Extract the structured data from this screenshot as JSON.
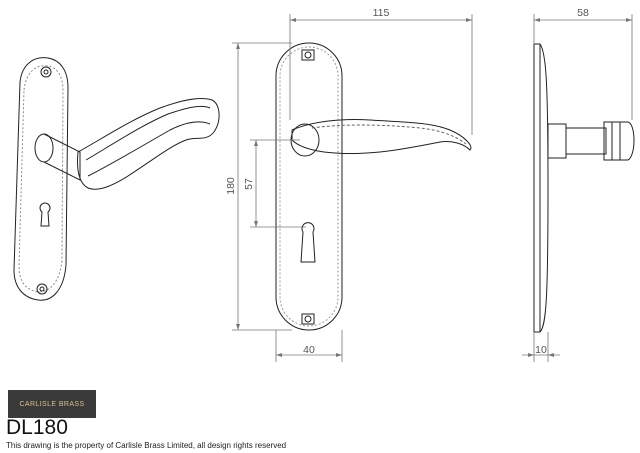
{
  "dimensions": {
    "overall_width": "115",
    "side_depth": "58",
    "height": "180",
    "centre": "57",
    "plate_width": "40",
    "plate_thickness": "10"
  },
  "branding": {
    "logo_text": "CARLISLE BRASS",
    "logo_bg": "#3a3a3a",
    "logo_fg": "#d8c28a"
  },
  "product": {
    "code": "DL180",
    "notice": "This drawing is the property of Carlisle Brass Limited, all design rights reserved"
  },
  "colors": {
    "line": "#222222",
    "dimension": "#777777"
  }
}
